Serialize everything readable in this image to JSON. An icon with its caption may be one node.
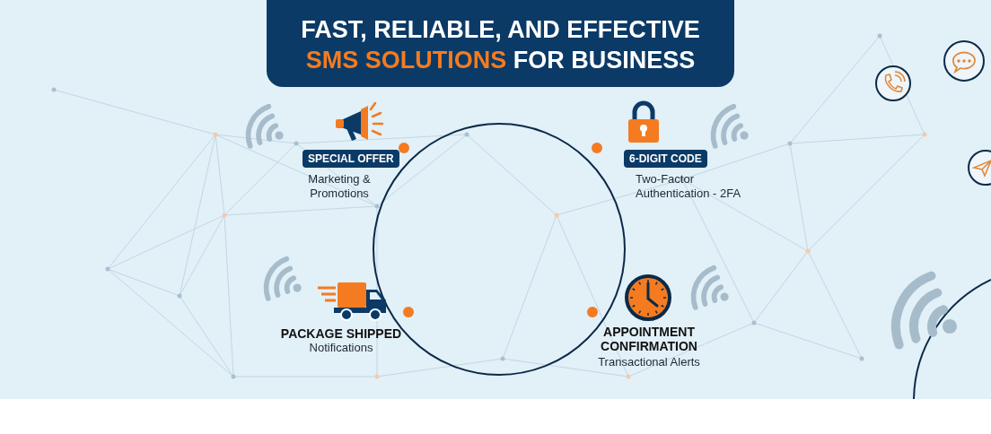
{
  "diagram": {
    "title": "FAST, RELIABLE, AND EFFECTIVE **SMS SOLUTIONS** FOR BUSINESS",
    "nodes": [
      {
        "text": [
          "SPECIAL OFFER"
        ],
        "beside": [
          "Marketing & Promotions"
        ]
      },
      {
        "text": [
          "6-DIGIT CODE"
        ],
        "beside": [
          "Two-Factor Authentication - 2FA"
        ]
      }
    ],
    "labels": [
      "PACKAGE SHIPPED",
      "Notifications",
      "APPOINTMENT CONFIRMATION",
      "Transactional Alerts"
    ]
  }
}
